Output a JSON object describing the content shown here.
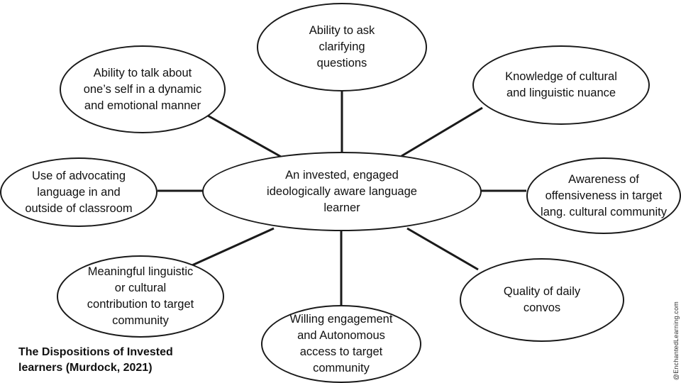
{
  "center": "An invested, engaged\nideologically aware language\nlearner",
  "nodes": {
    "clarifying": "Ability to ask\nclarifying\nquestions",
    "talk_self": "Ability to talk about\none’s self in a dynamic\nand emotional manner",
    "knowledge": "Knowledge of cultural\nand linguistic nuance",
    "advocating": "Use of advocating\nlanguage in and\noutside of classroom",
    "awareness": "Awareness of\noffensiveness in target\nlang. cultural community",
    "contribution": "Meaningful linguistic\nor cultural\ncontribution to target\ncommunity",
    "engagement": "Willing engagement\nand Autonomous\naccess to target\ncommunity",
    "daily": "Quality of daily\nconvos"
  },
  "caption": "The Dispositions of Invested\nlearners (Murdock, 2021)",
  "watermark": "@EnchantedLearning.com"
}
